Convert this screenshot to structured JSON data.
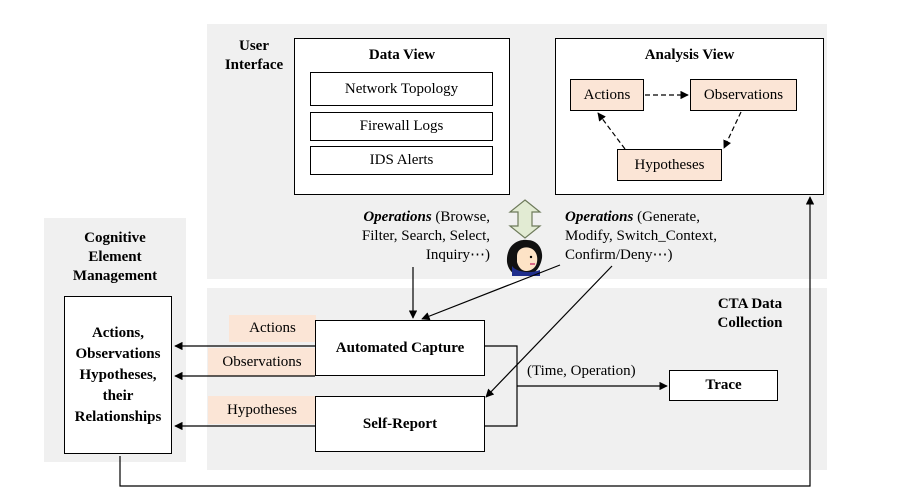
{
  "ui": {
    "title_line1": "User",
    "title_line2": "Interface",
    "data_view": {
      "title": "Data View",
      "items": [
        "Network Topology",
        "Firewall Logs",
        "IDS Alerts"
      ]
    },
    "analysis_view": {
      "title": "Analysis View",
      "actions": "Actions",
      "observations": "Observations",
      "hypotheses": "Hypotheses"
    },
    "ops_left": {
      "keyword": "Operations",
      "line1_rest": " (Browse,",
      "line2": "Filter, Search, Select,",
      "line3": "Inquiry⋯)"
    },
    "ops_right": {
      "keyword": "Operations",
      "line1_rest": " (Generate,",
      "line2": "Modify, Switch_Context,",
      "line3": "Confirm/Deny⋯)"
    }
  },
  "cta": {
    "title_line1": "CTA Data",
    "title_line2": "Collection",
    "automated_capture": "Automated Capture",
    "self_report": "Self-Report",
    "tag_actions": "Actions",
    "tag_observations": "Observations",
    "tag_hypotheses": "Hypotheses",
    "trace_label": "(Time, Operation)",
    "trace": "Trace"
  },
  "cem": {
    "title_line1": "Cognitive",
    "title_line2": "Element",
    "title_line3": "Management",
    "content": [
      "Actions,",
      "Observations",
      "Hypotheses,",
      "their",
      "Relationships"
    ]
  },
  "colors": {
    "panel_bg": "#f0f0f0",
    "tag_fill": "#fbe5d6",
    "double_arrow_fill": "#e2ebd3",
    "double_arrow_stroke": "#6d7a5a"
  },
  "icons": [
    "analyst-face-icon",
    "double-arrow-icon"
  ]
}
